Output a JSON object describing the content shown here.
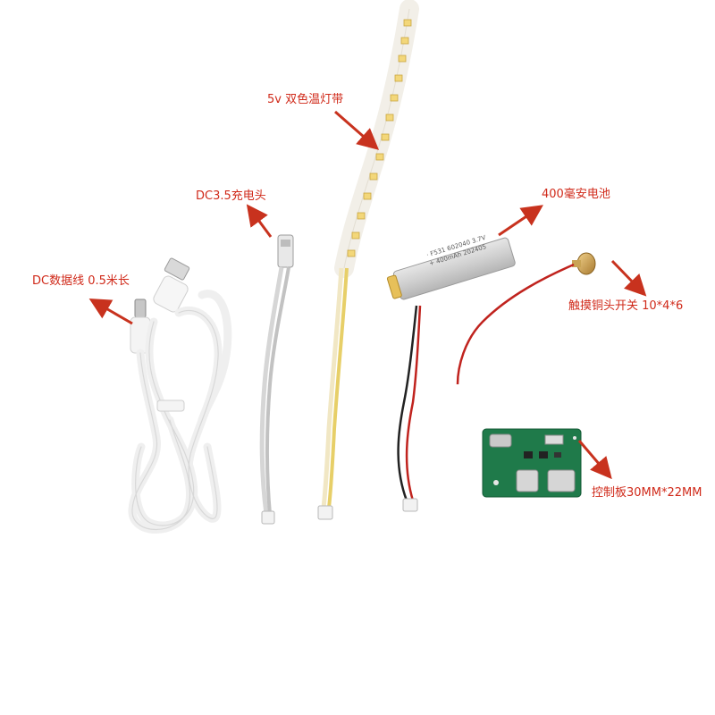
{
  "labels": {
    "led_strip": "5v 双色温灯带",
    "dc_head": "DC3.5充电头",
    "battery": "400毫安电池",
    "dc_cable": "DC数据线 0.5米长",
    "touch_switch": "触摸铜头开关 10*4*6",
    "control_board": "控制板30MM*22MM"
  },
  "battery_print": {
    "line1": "· F531 602040 3.7V",
    "line2": "+ 400mAh   202405"
  },
  "colors": {
    "label_text": "#d02a1a",
    "arrow": "#c8321e",
    "background": "#ffffff",
    "pcb": "#1f7a4a",
    "battery": "#cfcfcf"
  }
}
